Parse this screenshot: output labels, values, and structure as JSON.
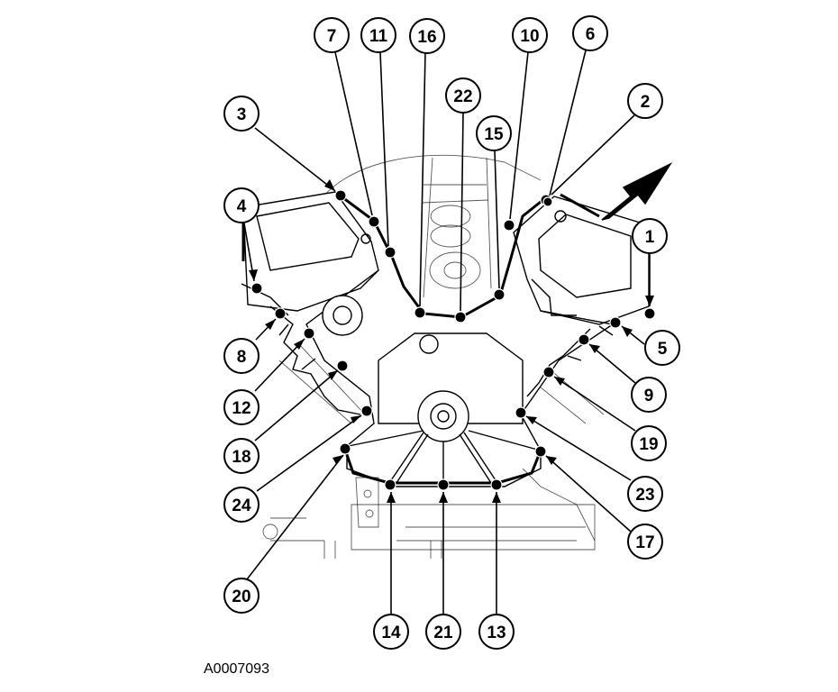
{
  "figure_id": "A0007093",
  "colors": {
    "line": "#000000",
    "background": "#ffffff"
  },
  "callouts": [
    {
      "label": "1"
    },
    {
      "label": "2"
    },
    {
      "label": "3"
    },
    {
      "label": "4"
    },
    {
      "label": "5"
    },
    {
      "label": "6"
    },
    {
      "label": "7"
    },
    {
      "label": "8"
    },
    {
      "label": "9"
    },
    {
      "label": "10"
    },
    {
      "label": "11"
    },
    {
      "label": "12"
    },
    {
      "label": "13"
    },
    {
      "label": "14"
    },
    {
      "label": "15"
    },
    {
      "label": "16"
    },
    {
      "label": "17"
    },
    {
      "label": "18"
    },
    {
      "label": "19"
    },
    {
      "label": "20"
    },
    {
      "label": "21"
    },
    {
      "label": "22"
    },
    {
      "label": "23"
    },
    {
      "label": "24"
    }
  ],
  "icons": {
    "direction_arrow": "front-arrow-icon",
    "bolt": "bolt-icon"
  }
}
